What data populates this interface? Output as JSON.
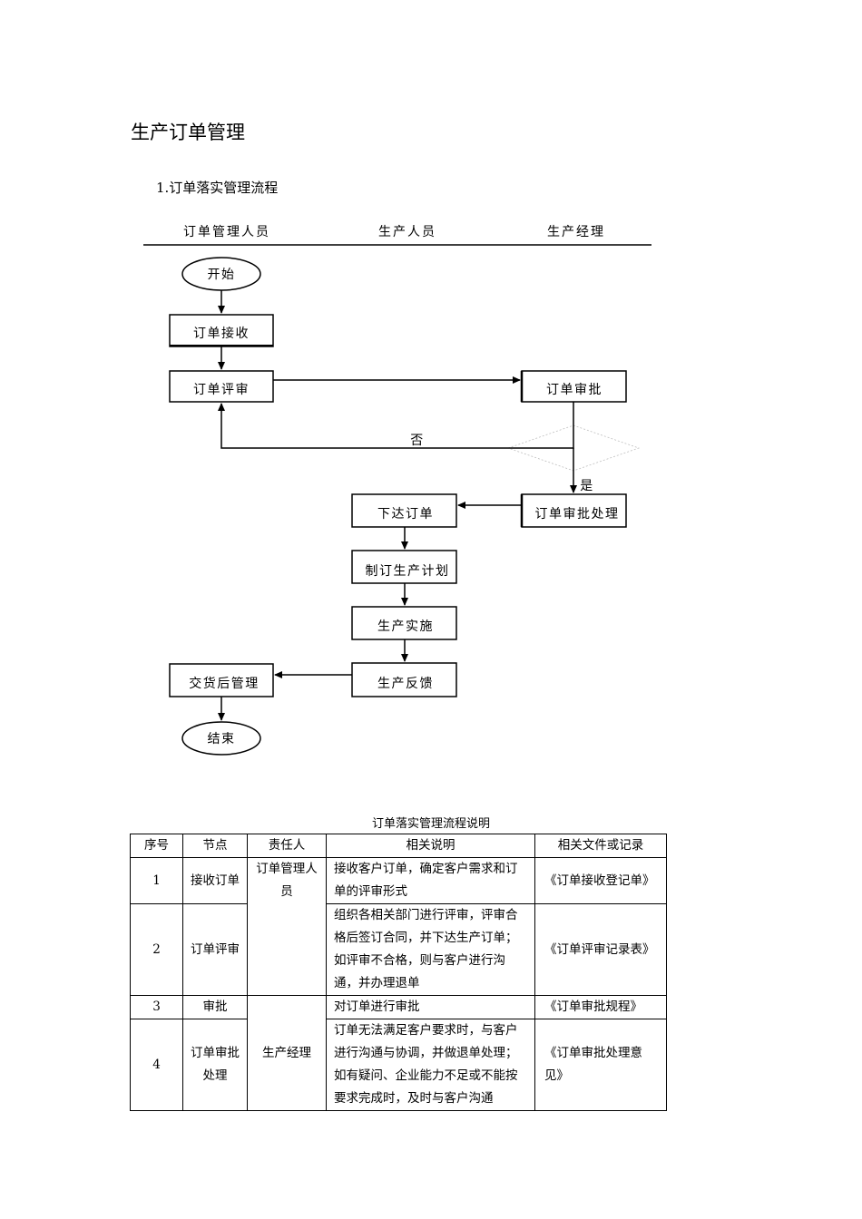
{
  "page_title": "生产订单管理",
  "section_heading": "1.订单落实管理流程",
  "lanes": [
    "订单管理人员",
    "生产人员",
    "生产经理"
  ],
  "flow": {
    "start": "开始",
    "receive": "订单接收",
    "review": "订单评审",
    "approve": "订单审批",
    "no_label": "否",
    "yes_label": "是",
    "approve_process": "订单审批处理",
    "issue": "下达订单",
    "plan": "制订生产计划",
    "execute": "生产实施",
    "feedback": "生产反馈",
    "after_delivery": "交货后管理",
    "end": "结束"
  },
  "table": {
    "caption": "订单落实管理流程说明",
    "headers": [
      "序号",
      "节点",
      "责任人",
      "相关说明",
      "相关文件或记录"
    ],
    "rows": [
      {
        "no": "1",
        "node": "接收订单",
        "owner": "订单管理人员",
        "note": "接收客户订单，确定客户需求和订单的评审形式",
        "doc": "《订单接收登记单》"
      },
      {
        "no": "2",
        "node": "订单评审",
        "owner": "订单管理人员",
        "note": "组织各相关部门进行评审，评审合格后签订合同，并下达生产订单；如评审不合格，则与客户进行沟通，并办理退单",
        "doc": "《订单评审记录表》"
      },
      {
        "no": "3",
        "node": "审批",
        "owner": "生产经理",
        "note": "对订单进行审批",
        "doc": "《订单审批规程》"
      },
      {
        "no": "4",
        "node": "订单审批处理",
        "owner": "生产经理",
        "note": "订单无法满足客户要求时，与客户进行沟通与协调，并做退单处理；如有疑问、企业能力不足或不能按要求完成时，及时与客户沟通",
        "doc": "《订单审批处理意见》"
      }
    ]
  }
}
